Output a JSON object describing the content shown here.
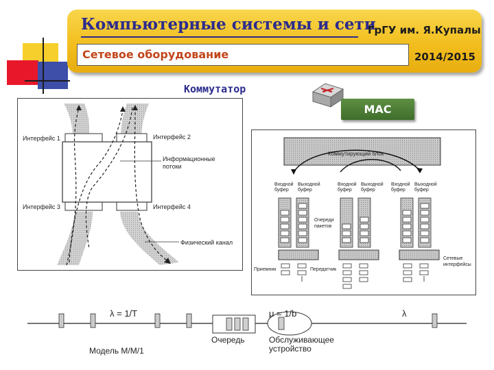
{
  "header": {
    "course_title": "Компьютерные системы и сети",
    "university": "ГрГУ им. Я.Купалы",
    "topic": "Сетевое оборудование",
    "year": "2014/2015"
  },
  "subtitle": "Коммутатор",
  "mac_badge": "MAC",
  "diagram_flows": {
    "interface_1": "Интерфейс 1",
    "interface_2": "Интерфейс 2",
    "interface_3": "Интерфейс 3",
    "interface_4": "Интерфейс 4",
    "info_flows": "Информационные потоки",
    "physical_channel": "Физический канал"
  },
  "diagram_switch": {
    "switching_block": "Коммутирующий блок",
    "input_buffer": "Входной буфер",
    "output_buffer": "Выходной буфер",
    "packet_queues": "Очереди пакетов",
    "network_interfaces": "Сетевые интерфейсы",
    "receiver": "Приемник",
    "transmitter": "Передатчик"
  },
  "diagram_queue": {
    "lambda_eq": "λ = 1/T",
    "mu_eq": "μ = 1/b",
    "lambda": "λ",
    "queue": "Очередь",
    "server": "Обслуживающее устройство",
    "model": "Модель M/M/1"
  },
  "colors": {
    "banner": "#f2be1e",
    "title_blue": "#2b2b8e",
    "topic_orange": "#c2461b",
    "mac_green": "#4a7a33"
  }
}
